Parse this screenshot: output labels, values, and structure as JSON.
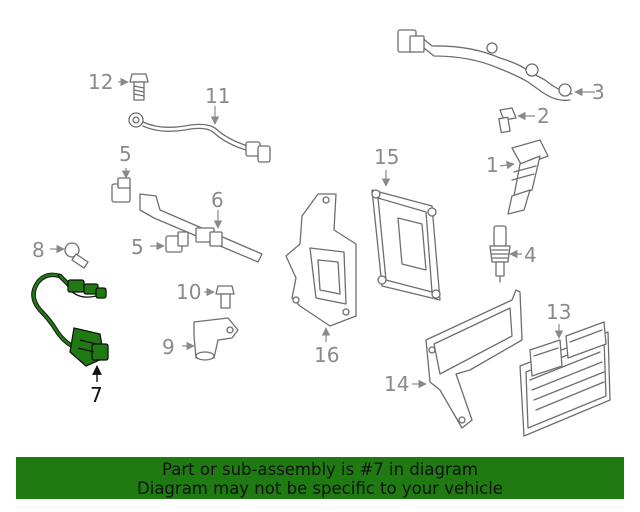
{
  "callouts": {
    "c1": "1",
    "c2": "2",
    "c3": "3",
    "c4": "4",
    "c5a": "5",
    "c5b": "5",
    "c6": "6",
    "c7": "7",
    "c8": "8",
    "c9": "9",
    "c10": "10",
    "c11": "11",
    "c12": "12",
    "c13": "13",
    "c14": "14",
    "c15": "15",
    "c16": "16"
  },
  "highlight": {
    "part_number": "7",
    "color": "#1f7a12"
  },
  "banner": {
    "line1": "Part or sub-assembly is #7 in diagram",
    "line2": "Diagram may not be specific to your vehicle",
    "background": "#1f7a12"
  }
}
